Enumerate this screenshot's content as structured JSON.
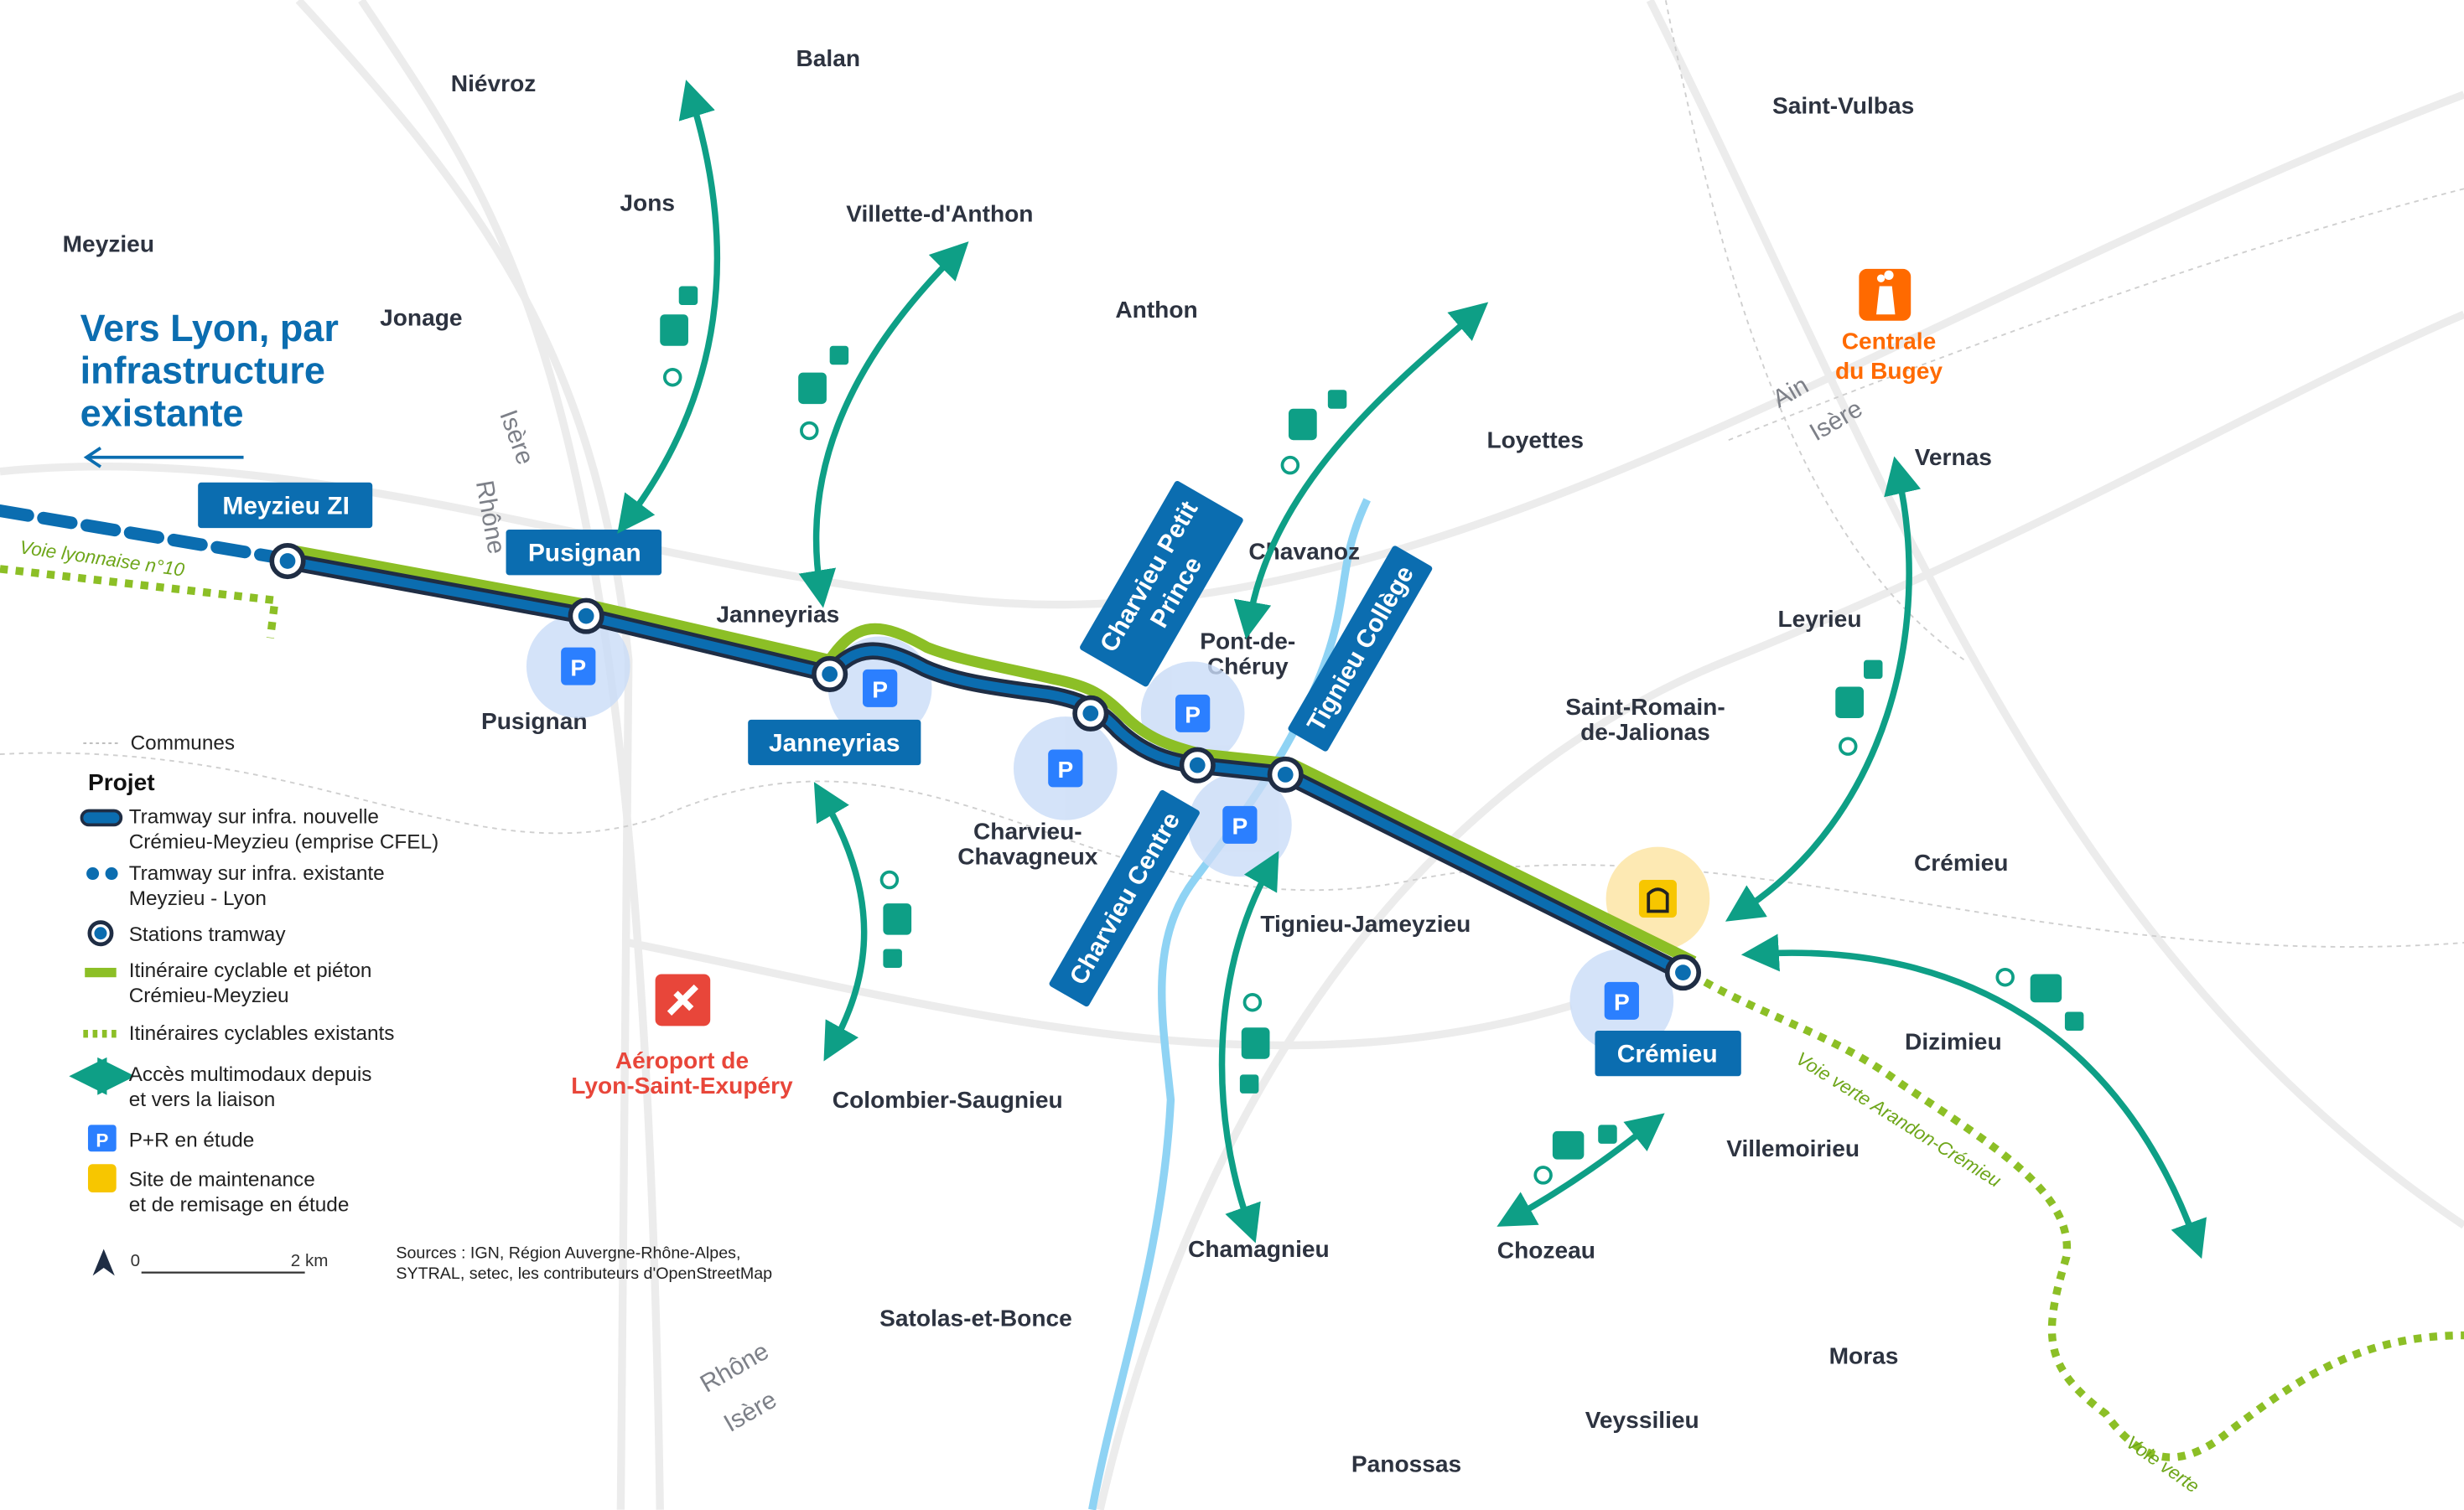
{
  "title_note": [
    "Vers Lyon, par",
    "infrastructure",
    "existante"
  ],
  "communes": [
    "Niévroz",
    "Balan",
    "Jons",
    "Villette-d'Anthon",
    "Meyzieu",
    "Jonage",
    "Anthon",
    "Saint-Vulbas",
    "Loyettes",
    "Vernas",
    "Chavanoz",
    "Janneyrias",
    "Pont-de-",
    "Chéruy",
    "Leyrieu",
    "Saint-Romain-",
    "de-Jalionas",
    "Pusignan",
    "Charvieu-",
    "Chavagneux",
    "Tignieu-Jameyzieu",
    "Crémieu",
    "Dizimieu",
    "Colombier-Saugnieu",
    "Villemoirieu",
    "Chamagnieu",
    "Chozeau",
    "Satolas-et-Bonce",
    "Moras",
    "Veyssilieu",
    "Panossas"
  ],
  "rivers": [
    "Isère",
    "Rhône",
    "Ain",
    "Isère",
    "Rhône",
    "Isère"
  ],
  "stations": [
    "Meyzieu ZI",
    "Pusignan",
    "Janneyrias",
    "Charvieu Petit",
    "Prince",
    "Tignieu Collège",
    "Charvieu Centre",
    "Crémieu"
  ],
  "cycle_routes": {
    "voie_lyonnaise": "Voie lyonnaise n°10",
    "voie_verte_arandon": "Voie verte Arandon-Crémieu",
    "voie_verte": "Voie verte"
  },
  "poi": {
    "airport": [
      "Aéroport de",
      "Lyon-Saint-Exupéry"
    ],
    "plant": [
      "Centrale",
      "du Bugey"
    ]
  },
  "parking_label": "P",
  "legend": {
    "communes": "Communes",
    "heading": "Projet",
    "items": [
      [
        "Tramway sur infra. nouvelle",
        "Crémieu-Meyzieu (emprise CFEL)"
      ],
      [
        "Tramway sur infra. existante",
        "Meyzieu - Lyon"
      ],
      [
        "Stations tramway"
      ],
      [
        "Itinéraire cyclable et piéton",
        "Crémieu-Meyzieu"
      ],
      [
        "Itinéraires cyclables existants"
      ],
      [
        "Accès multimodaux depuis",
        "et vers la liaison"
      ],
      [
        "P+R en étude"
      ],
      [
        "Site de maintenance",
        "et de remisage en étude"
      ]
    ]
  },
  "scale": {
    "zero": "0",
    "max": "2 km"
  },
  "sources": [
    "Sources : IGN, Région Auvergne-Rhône-Alpes,",
    "SYTRAL, setec, les contributeurs d'OpenStreetMap"
  ],
  "colors": {
    "tram": "#0b6db0",
    "tram_outline": "#1f2d44",
    "cycle": "#8cbf26",
    "access": "#0e9f86",
    "parking": "#2b7fff",
    "maintenance": "#f7c600",
    "airport": "#e8463a",
    "plant": "#ff6a00",
    "river": "#8fd3f4"
  }
}
